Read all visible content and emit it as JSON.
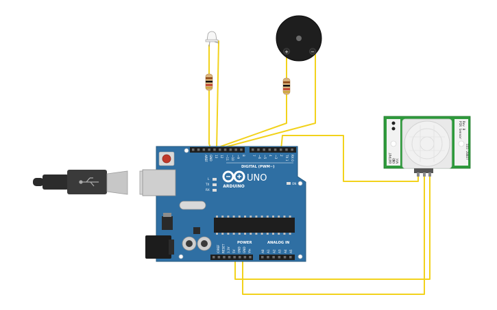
{
  "colors": {
    "wire": "#f2d21b",
    "board": "#2f6fa3",
    "board_dark": "#24587f",
    "pir_pcb": "#2e9a3c",
    "buzzer": "#1f1f1f"
  },
  "arduino": {
    "logo_text": "ARDUINO",
    "model": "UNO",
    "digital_label": "DIGITAL (PWM~)",
    "power_label": "POWER",
    "analog_label": "ANALOG IN",
    "on_label": "ON",
    "led_l": "L",
    "led_tx": "TX",
    "led_rx": "RX",
    "top_pins": [
      "AREF",
      "GND",
      "13",
      "12",
      "~11",
      "~10",
      "~9",
      "8",
      "7",
      "~6",
      "~5",
      "4",
      "~3",
      "2",
      "TX 1",
      "RX 0"
    ],
    "power_pins": [
      "IOREF",
      "RESET",
      "3.3V",
      "5V",
      "GND",
      "GND",
      "Vin"
    ],
    "analog_pins": [
      "A0",
      "A1",
      "A2",
      "A3",
      "A4",
      "A5"
    ]
  },
  "buzzer": {
    "plus": "+",
    "minus": "−"
  },
  "pir": {
    "left_text": [
      "OUTPUT",
      "GND",
      "VCC"
    ],
    "right_text_1": "PIR Sensor",
    "right_text_2": "Rev B",
    "right_text_3": "555-28027"
  },
  "components": {
    "usb_cable": "usb-plug-icon",
    "led": "led-icon",
    "resistor": "resistor-icon"
  }
}
